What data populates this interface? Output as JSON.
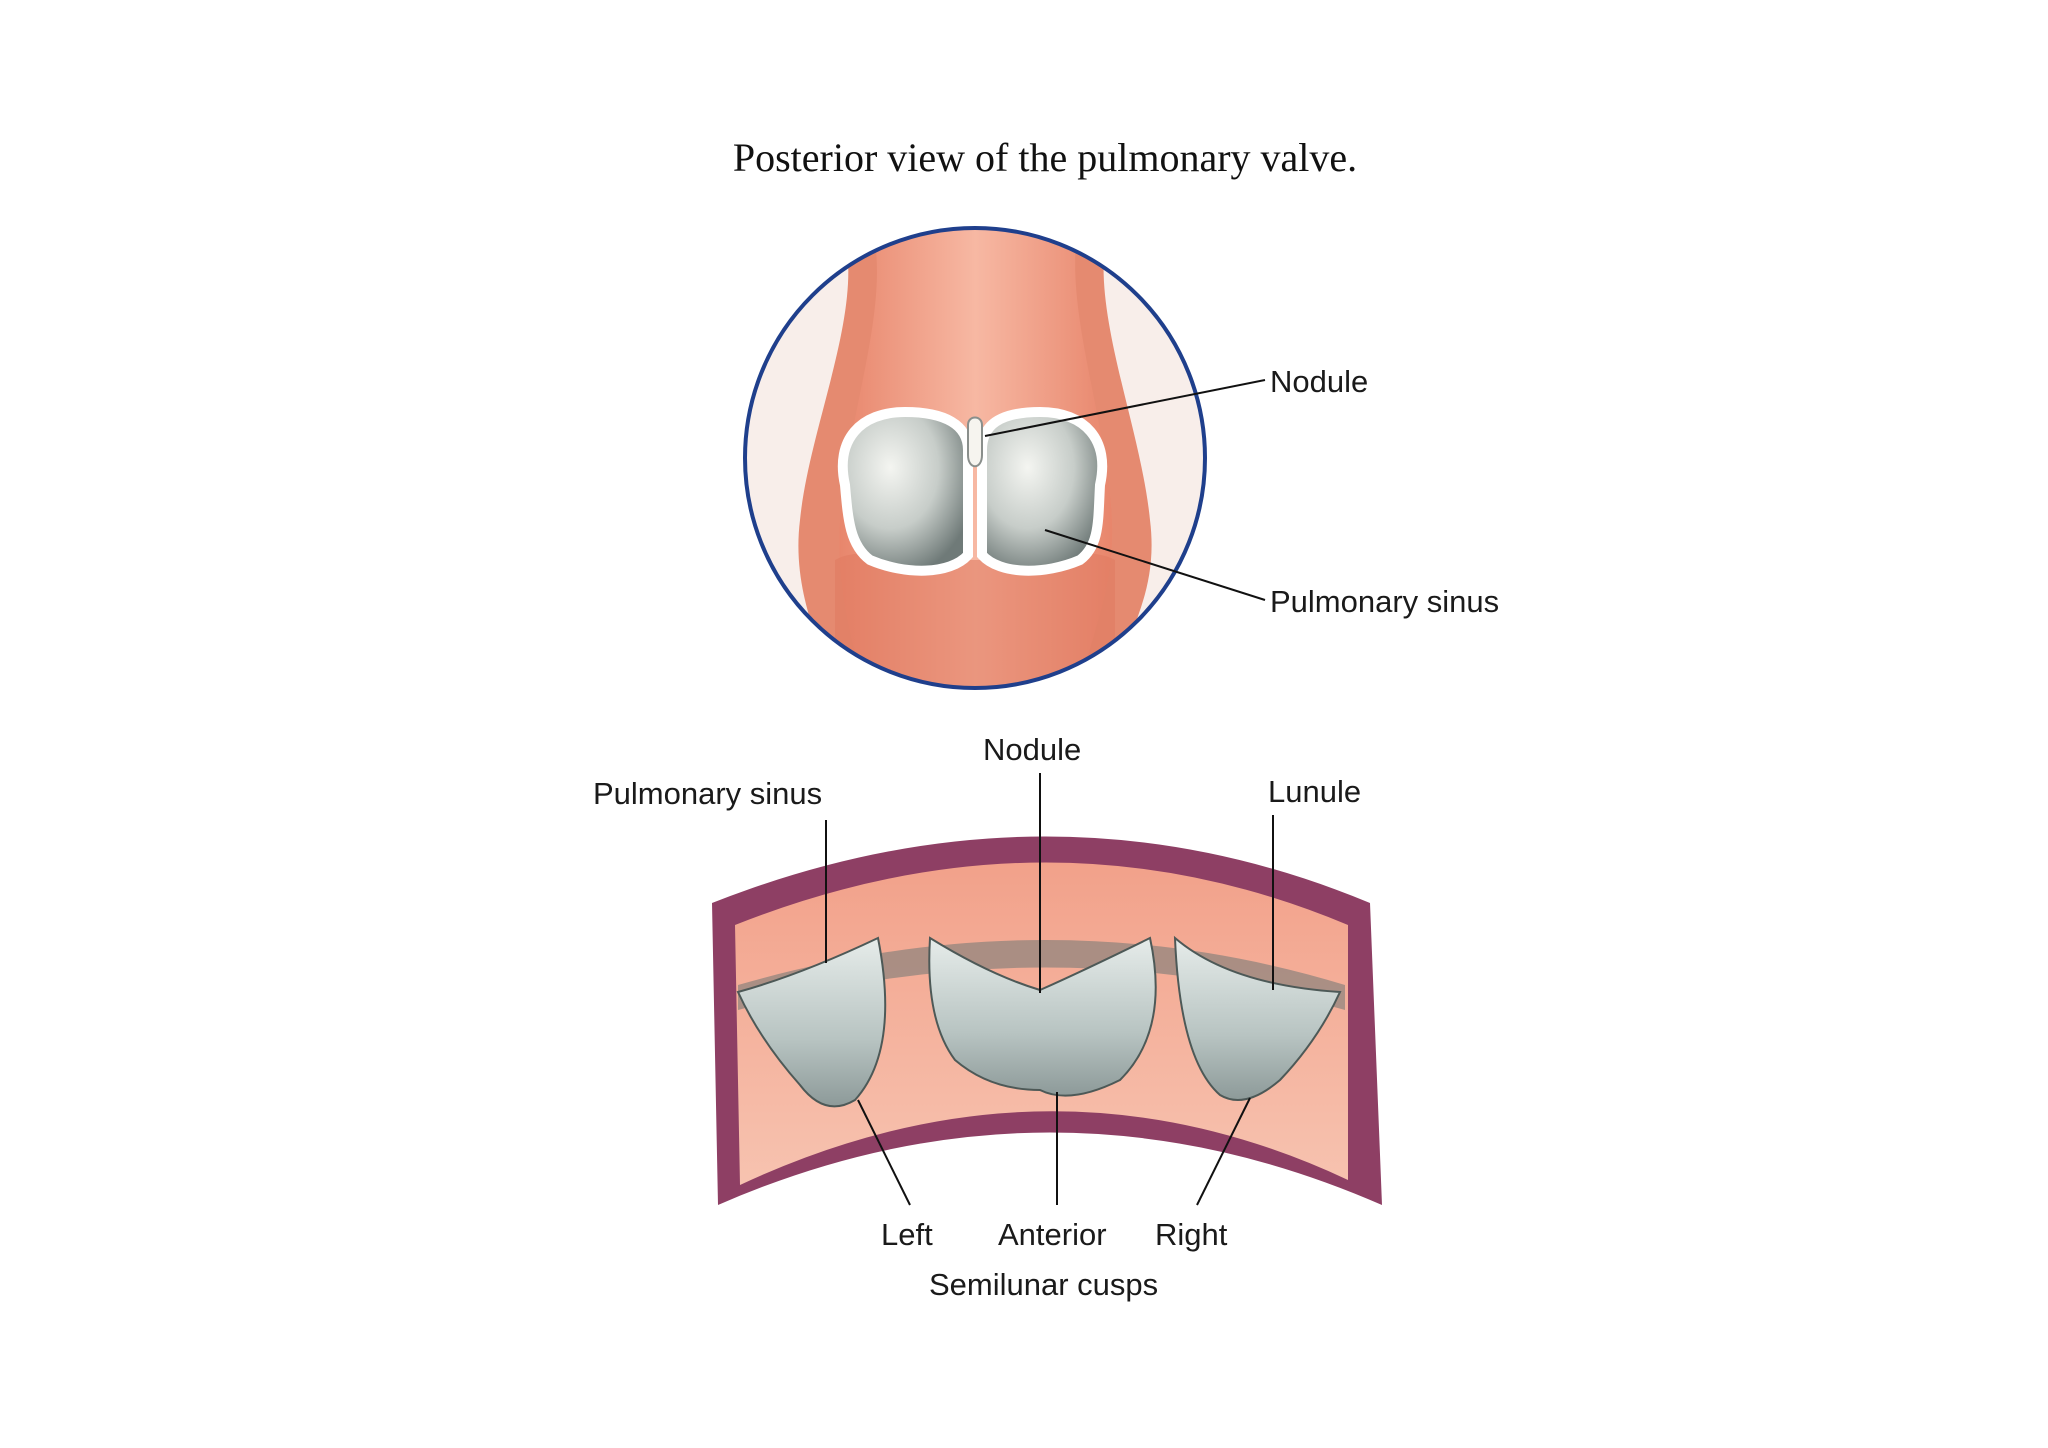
{
  "title": "Posterior view of the pulmonary valve.",
  "colors": {
    "tissue": "#f3a08a",
    "tissue_dark": "#d06a52",
    "wall_purple": "#8e3f64",
    "cusp": "#b9c3c2",
    "circle_outline": "#1f3f8c"
  },
  "top_view": {
    "labels": {
      "nodule": "Nodule",
      "sinus": "Pulmonary sinus"
    }
  },
  "bottom_view": {
    "labels": {
      "nodule": "Nodule",
      "sinus": "Pulmonary sinus",
      "lunule": "Lunule",
      "left": "Left",
      "anterior": "Anterior",
      "right": "Right",
      "caption": "Semilunar cusps"
    }
  }
}
